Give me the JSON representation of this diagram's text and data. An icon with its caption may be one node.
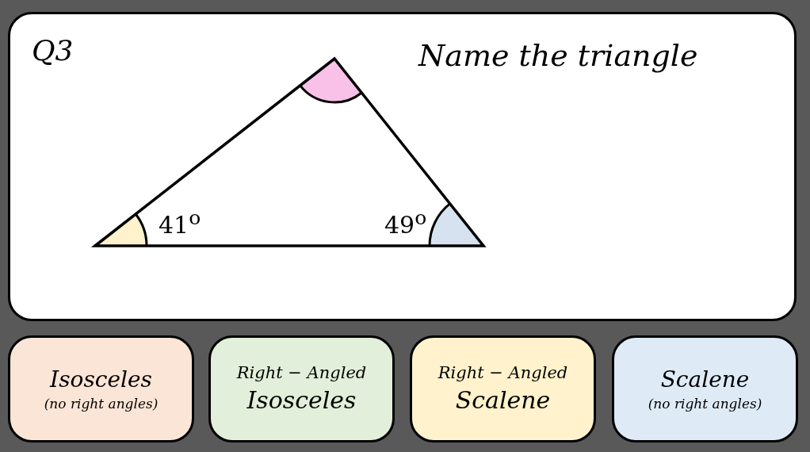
{
  "diagram": {
    "nodes": [
      {
        "text": [
          "Q3",
          "Name the triangle"
        ]
      },
      {
        "text": [
          "Isosceles",
          "(no right angles)"
        ]
      },
      {
        "text": [
          "Right − Angled",
          "Isosceles"
        ]
      },
      {
        "text": [
          "Right  − Angled",
          "Scalene"
        ]
      },
      {
        "text": [
          "Scalene",
          "(no right angles)"
        ]
      }
    ],
    "labels": [
      "41$^{o}$",
      "49$^{o}$"
    ]
  }
}
